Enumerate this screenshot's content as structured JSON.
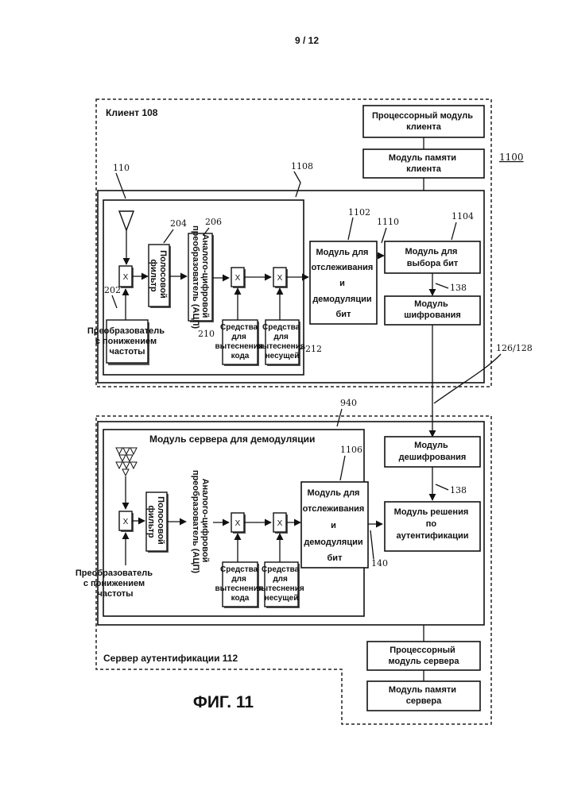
{
  "page_number": "9 / 12",
  "figure_caption": "ФИГ. 11",
  "client": {
    "title": "Клиент 108",
    "processor_module": [
      "Процессорный модуль",
      "клиента"
    ],
    "memory_module": [
      "Модуль памяти",
      "клиента"
    ],
    "tracking_module": [
      "Модуль для",
      "отслеживания",
      "и",
      "демодуляции",
      "бит"
    ],
    "bit_select_module": [
      "Модуль для",
      "выбора бит"
    ],
    "encryption_module": [
      "Модуль",
      "шифрования"
    ],
    "bandpass_filter": [
      "Полосовой",
      "фильтр"
    ],
    "adc": [
      "Аналого-цифровой",
      "преобразователь (АЦП)"
    ],
    "downconverter": [
      "Преобразователь",
      "с понижением",
      "частоты"
    ],
    "code_removal": [
      "Средства",
      "для",
      "вытеснения",
      "кода"
    ],
    "carrier_removal": [
      "Средства",
      "для",
      "вытеснения",
      "несущей"
    ],
    "mixer_symbol": "X"
  },
  "server": {
    "title": "Сервер аутентификации 112",
    "demod_module_title": "Модуль сервера для демодуляции",
    "decryption_module": [
      "Модуль",
      "дешифрования"
    ],
    "auth_module": [
      "Модуль решения",
      "по",
      "аутентификации"
    ],
    "processor_module": [
      "Процессорный",
      "модуль сервера"
    ],
    "memory_module": [
      "Модуль памяти",
      "сервера"
    ],
    "tracking_module": [
      "Модуль для",
      "отслеживания",
      "и",
      "демодуляции",
      "бит"
    ],
    "bandpass_filter": [
      "Полосовой",
      "фильтр"
    ],
    "adc": [
      "Аналого-цифровой",
      "преобразователь (АЦП)"
    ],
    "downconverter": [
      "Преобразователь",
      "с понижением",
      "частоты"
    ],
    "code_removal": [
      "Средства",
      "для",
      "вытеснения",
      "кода"
    ],
    "carrier_removal": [
      "Средства",
      "для",
      "вытеснения",
      "несущей"
    ],
    "mixer_symbol": "X"
  },
  "refs": {
    "r1100": "1100",
    "r1108": "1108",
    "r110": "110",
    "r204": "204",
    "r206": "206",
    "r202": "202",
    "r210": "210",
    "r212": "212",
    "r1102": "1102",
    "r1110": "1110",
    "r1104": "1104",
    "r138a": "138",
    "r126_128": "126/128",
    "r940": "940",
    "r1106": "1106",
    "r138b": "138",
    "r140": "140"
  }
}
